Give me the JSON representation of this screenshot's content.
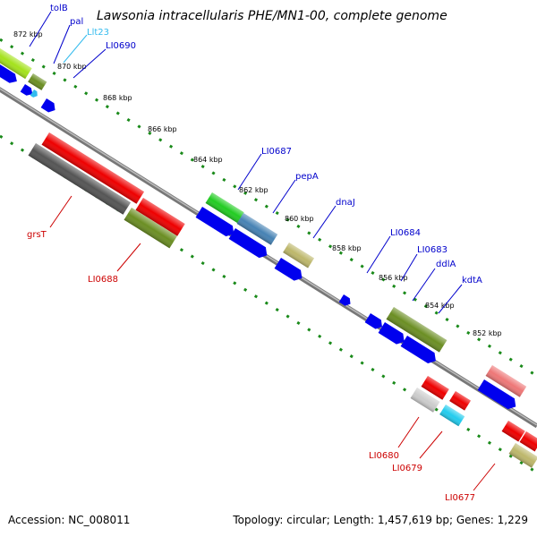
{
  "title": "Lawsonia intracellularis PHE/MN1-00, complete genome",
  "footer": {
    "accession_label": "Accession:",
    "accession": "NC_008011",
    "topology_label": "Topology:",
    "topology": "circular",
    "length_label": "Length:",
    "length": "1,457,619 bp",
    "genes_label": "Genes:",
    "genes": "1,229"
  },
  "ticks": [
    "872 kbp",
    "870 kbp",
    "868 kbp",
    "866 kbp",
    "864 kbp",
    "862 kbp",
    "860 kbp",
    "858 kbp",
    "856 kbp",
    "854 kbp",
    "852 kbp"
  ],
  "label_colors": {
    "blue": "#0000cc",
    "cyan": "#33bbee",
    "red": "#cc0000"
  },
  "labels": [
    "tolB",
    "pal",
    "Llt23",
    "LI0690",
    "LI0687",
    "pepA",
    "dnaJ",
    "LI0684",
    "LI0683",
    "ddlA",
    "kdtA",
    "grsT",
    "LI0688",
    "LI0680",
    "LI0679",
    "LI0677"
  ]
}
